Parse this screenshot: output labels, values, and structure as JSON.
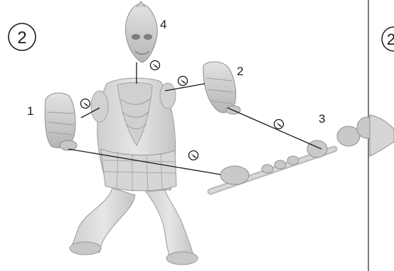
{
  "step": {
    "number": "2",
    "next_number_partial": "2"
  },
  "callouts": [
    {
      "id": "1",
      "label": "1"
    },
    {
      "id": "2",
      "label": "2"
    },
    {
      "id": "3",
      "label": "3"
    },
    {
      "id": "4",
      "label": "4"
    }
  ],
  "colors": {
    "model_fill": "#d9d9d9",
    "model_shade": "#bdbdbd",
    "model_dark": "#8f8f8f",
    "line": "#1a1a1a",
    "background": "#ffffff"
  },
  "icons": {
    "glue": "glue-drop-icon"
  }
}
